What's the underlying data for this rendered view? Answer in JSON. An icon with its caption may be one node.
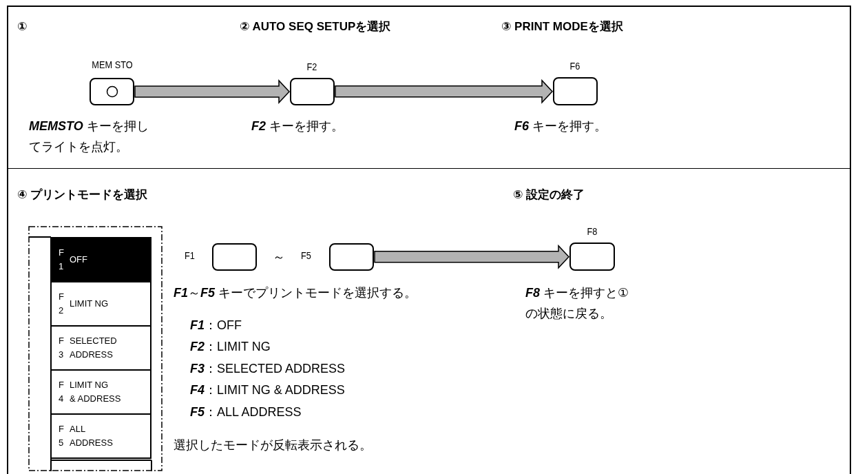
{
  "diagram": {
    "nodes": [
      {
        "text": [],
        "shape": "box",
        "beside": [
          "MEM STO",
          "**MEMSTO** キーを押してライトを点灯。"
        ]
      },
      {
        "text": [],
        "shape": "box",
        "beside": [
          "F2",
          "**F2** キーを押す。"
        ]
      },
      {
        "text": [],
        "shape": "box",
        "beside": [
          "F6",
          "**F6** キーを押す。"
        ]
      },
      {
        "text": [],
        "shape": "box"
      },
      {
        "text": [
          "F 1",
          "OFF"
        ],
        "in": 3
      },
      {
        "text": [
          "F 2",
          "LIMIT NG"
        ],
        "in": 3
      },
      {
        "text": [
          "F 3",
          "SELECTED ADDRESS"
        ],
        "in": 3
      },
      {
        "text": [
          "F 4",
          "LIMIT NG & ADDRESS"
        ],
        "in": 3
      },
      {
        "text": [
          "F 5",
          "ALL ADDRESS"
        ],
        "in": 3
      },
      {
        "text": [],
        "shape": "box",
        "beside": [
          "F1",
          "**F1**～**F5** キーでプリントモードを選択する。"
        ]
      },
      {
        "text": [],
        "shape": "box",
        "beside": [
          "F5"
        ]
      },
      {
        "text": [],
        "shape": "box",
        "beside": [
          "F8",
          "**F8** キーを押すと①の状態に戻る。"
        ]
      }
    ],
    "edges": [
      {
        "from": 0,
        "to": 1,
        "arrow": "to"
      },
      {
        "from": 1,
        "to": 2,
        "arrow": "to"
      },
      {
        "from": 10,
        "to": 11,
        "arrow": "to"
      }
    ],
    "labels": [
      "①",
      "② AUTO SEQ SETUPを選択",
      "③ PRINT MODEを選択",
      "④ プリントモードを選択",
      "⑤ 設定の終了",
      "～",
      "**F1**：OFF",
      "**F2**：LIMIT NG",
      "**F3**：SELECTED ADDRESS",
      "**F4**：LIMIT NG & ADDRESS",
      "**F5**：ALL ADDRESS",
      "選択したモードが反転表示される。"
    ]
  }
}
